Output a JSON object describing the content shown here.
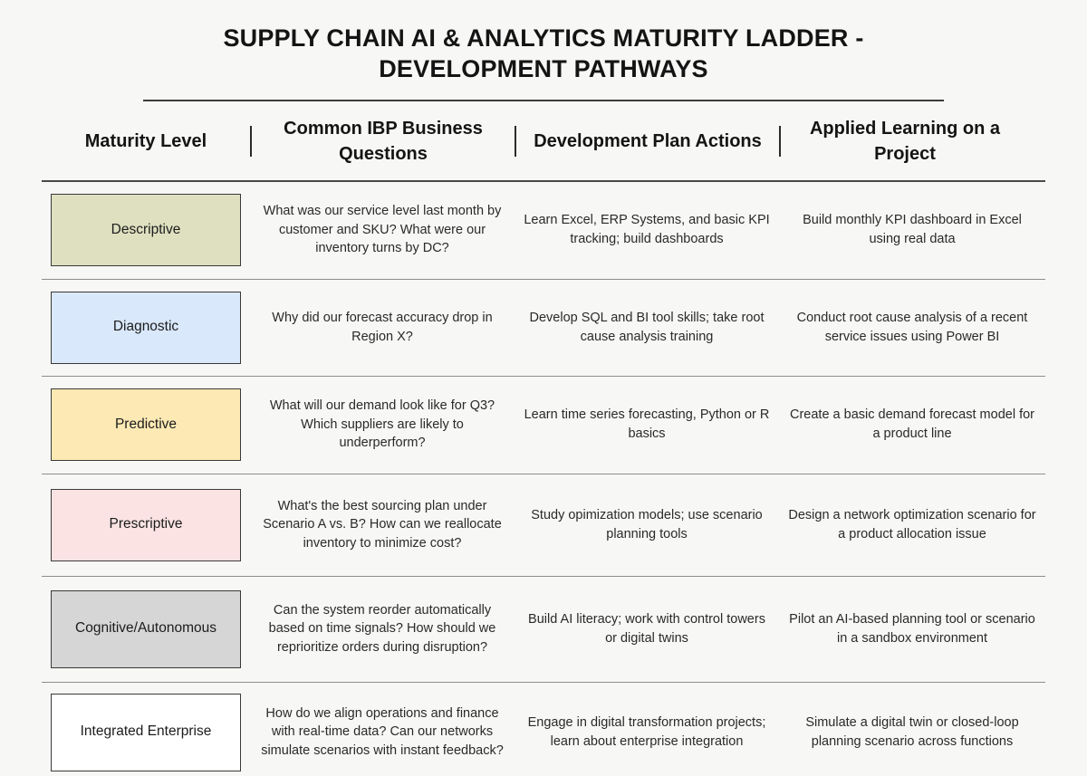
{
  "title": "SUPPLY CHAIN AI & ANALYTICS MATURITY LADDER - DEVELOPMENT PATHWAYS",
  "columns": [
    {
      "label": "Maturity Level"
    },
    {
      "label": "Common IBP\nBusiness Questions"
    },
    {
      "label": "Development\nPlan Actions"
    },
    {
      "label": "Applied Learning\non a Project"
    }
  ],
  "colors": {
    "page_background": "#f7f7f5",
    "rule": "#3c3c3c",
    "separator": "#8e8e8e",
    "descriptive": "#dee0c0",
    "diagnostic": "#d9e8fa",
    "predictive": "#fce9b4",
    "prescriptive": "#fbe3e3",
    "cognitive": "#d6d6d6",
    "integrated": "#ffffff"
  },
  "rows": [
    {
      "level": "Descriptive",
      "level_color": "#dee0c0",
      "questions": "What was our service level last month by customer and SKU? What were our inventory turns by DC?",
      "actions": "Learn Excel, ERP Systems, and basic KPI tracking; build dashboards",
      "applied": "Build monthly KPI dashboard in Excel using real data"
    },
    {
      "level": "Diagnostic",
      "level_color": "#d9e8fa",
      "questions": "Why did our forecast accuracy drop in Region X?",
      "actions": "Develop SQL and BI tool skills; take root cause analysis training",
      "applied": "Conduct root cause analysis of a recent service issues using Power BI"
    },
    {
      "level": "Predictive",
      "level_color": "#fce9b4",
      "questions": "What will our demand look like for Q3? Which suppliers are likely to underperform?",
      "actions": "Learn time series forecasting, Python or R basics",
      "applied": "Create a basic demand forecast model for a product line"
    },
    {
      "level": "Prescriptive",
      "level_color": "#fbe3e3",
      "questions": "What's the best sourcing plan under Scenario A vs. B? How can we reallocate inventory to minimize cost?",
      "actions": "Study opimization models; use scenario planning tools",
      "applied": "Design a network optimization scenario for a product allocation issue"
    },
    {
      "level": "Cognitive/Autonomous",
      "level_color": "#d6d6d6",
      "questions": "Can the system reorder automatically based on time signals? How should we reprioritize orders during disruption?",
      "actions": "Build AI literacy; work with control towers or digital twins",
      "applied": "Pilot an AI-based planning tool or scenario in a sandbox environment"
    },
    {
      "level": "Integrated Enterprise",
      "level_color": "#ffffff",
      "questions": "How do we align operations and finance with real-time data? Can our networks simulate scenarios with instant feedback?",
      "actions": "Engage in digital transformation projects; learn about enterprise integration",
      "applied": "Simulate a digital twin or closed-loop planning scenario across functions"
    }
  ]
}
